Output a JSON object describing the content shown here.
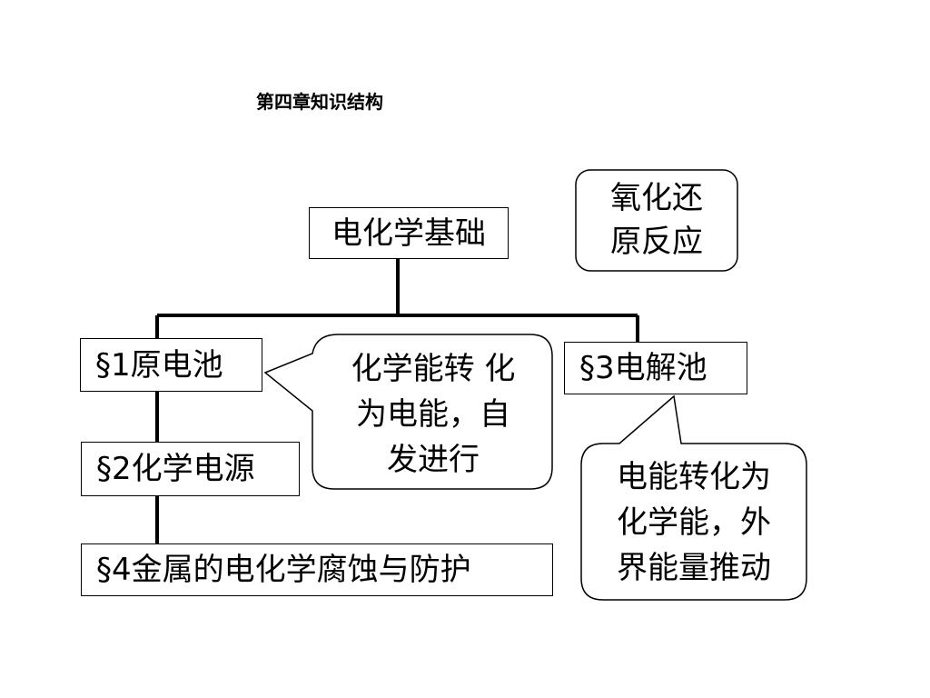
{
  "title": "第四章知识结构",
  "nodes": {
    "root": "电化学基础",
    "redox": "氧化还\n原反应",
    "s1": "§1原电池",
    "s2": "§2化学电源",
    "s3": "§3电解池",
    "s4": "§4金属的电化学腐蚀与防护"
  },
  "callouts": {
    "galvanic": "化学能转 化\n为电能，自\n发进行",
    "electrolytic": "电能转化为\n化学能，外\n界能量推动"
  }
}
